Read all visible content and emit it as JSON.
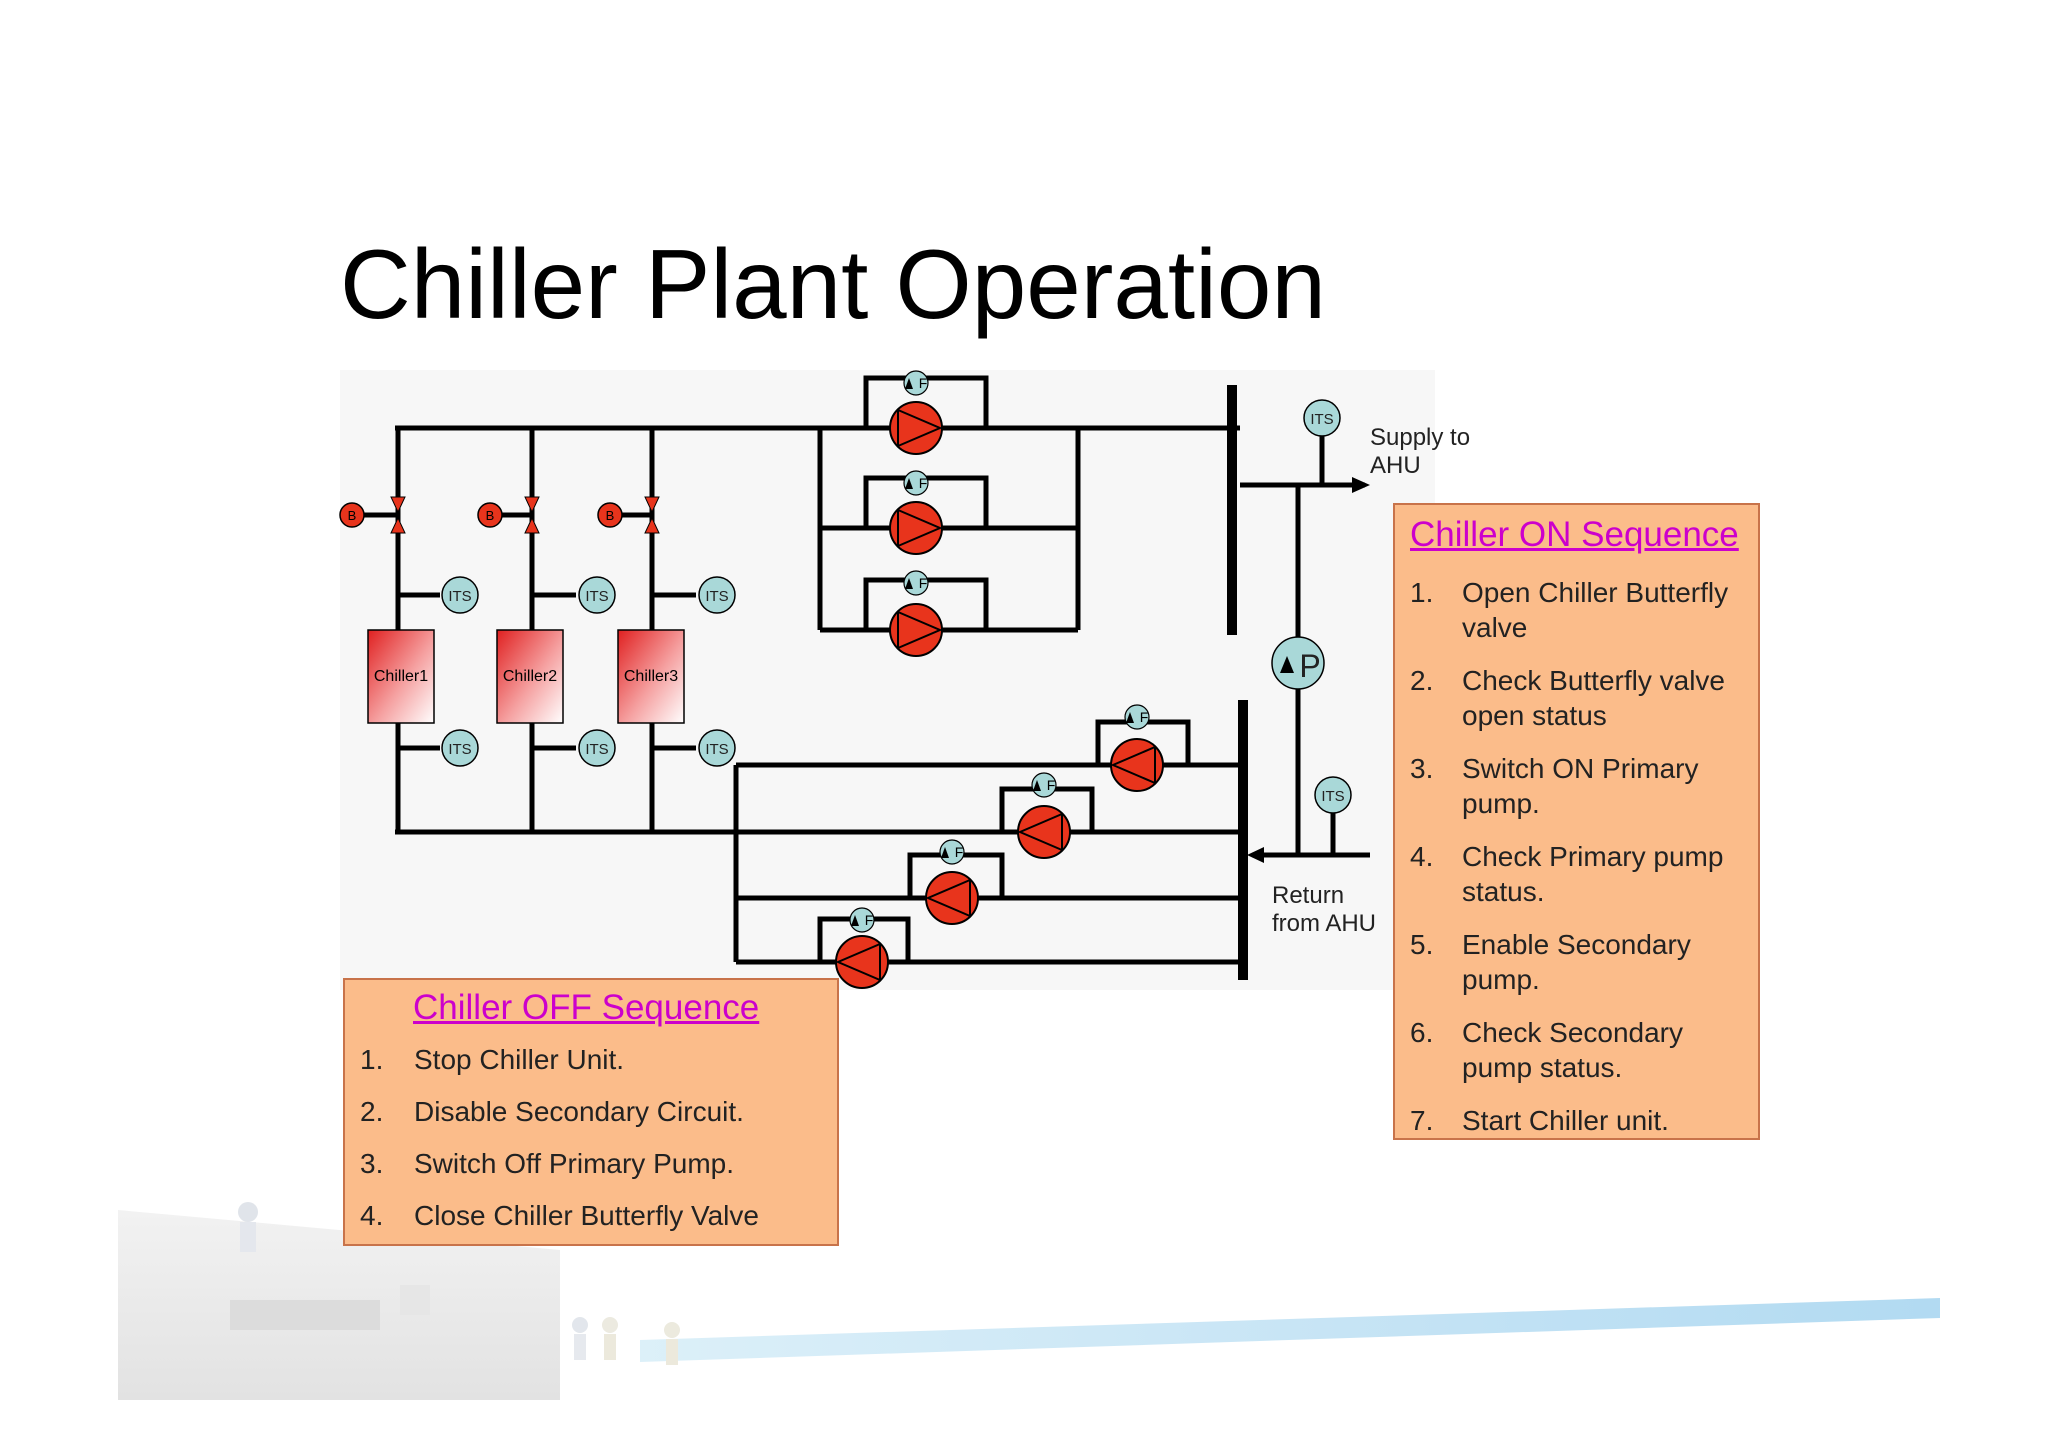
{
  "slide": {
    "title": "Chiller Plant Operation"
  },
  "diagram": {
    "chillers": [
      "Chiller1",
      "Chiller2",
      "Chiller3"
    ],
    "sensor_label": "ITS",
    "valve_label": "B",
    "flow_switch_label": "F",
    "pressure_label": "P",
    "supply_label_line1": "Supply to",
    "supply_label_line2": "AHU",
    "return_label_line1": "Return",
    "return_label_line2": "from AHU"
  },
  "on_sequence": {
    "title": "Chiller ON Sequence",
    "steps": [
      {
        "num": "1.",
        "line1": "Open Chiller Butterfly",
        "line2": "valve"
      },
      {
        "num": "2.",
        "line1": "Check Butterfly valve",
        "line2": "open status"
      },
      {
        "num": "3.",
        "line1": "Switch ON Primary",
        "line2": "pump."
      },
      {
        "num": "4.",
        "line1": "Check Primary pump",
        "line2": "status."
      },
      {
        "num": "5.",
        "line1": "Enable Secondary",
        "line2": "pump."
      },
      {
        "num": "6.",
        "line1": "Check Secondary",
        "line2": "pump status."
      },
      {
        "num": "7.",
        "line1": "Start Chiller unit.",
        "line2": ""
      }
    ]
  },
  "off_sequence": {
    "title": "Chiller OFF Sequence",
    "steps": [
      {
        "num": "1.",
        "text": "Stop Chiller Unit."
      },
      {
        "num": "2.",
        "text": "Disable Secondary Circuit."
      },
      {
        "num": "3.",
        "text": "Switch Off Primary Pump."
      },
      {
        "num": "4.",
        "text": "Close Chiller Butterfly Valve"
      }
    ]
  },
  "colors": {
    "pump_fill": "#e8341c",
    "sensor_fill": "#a9d8d8",
    "box_fill": "#fbbc8a",
    "box_border": "#c8734a",
    "seq_title": "#cc00cc",
    "pipe": "#000000"
  }
}
